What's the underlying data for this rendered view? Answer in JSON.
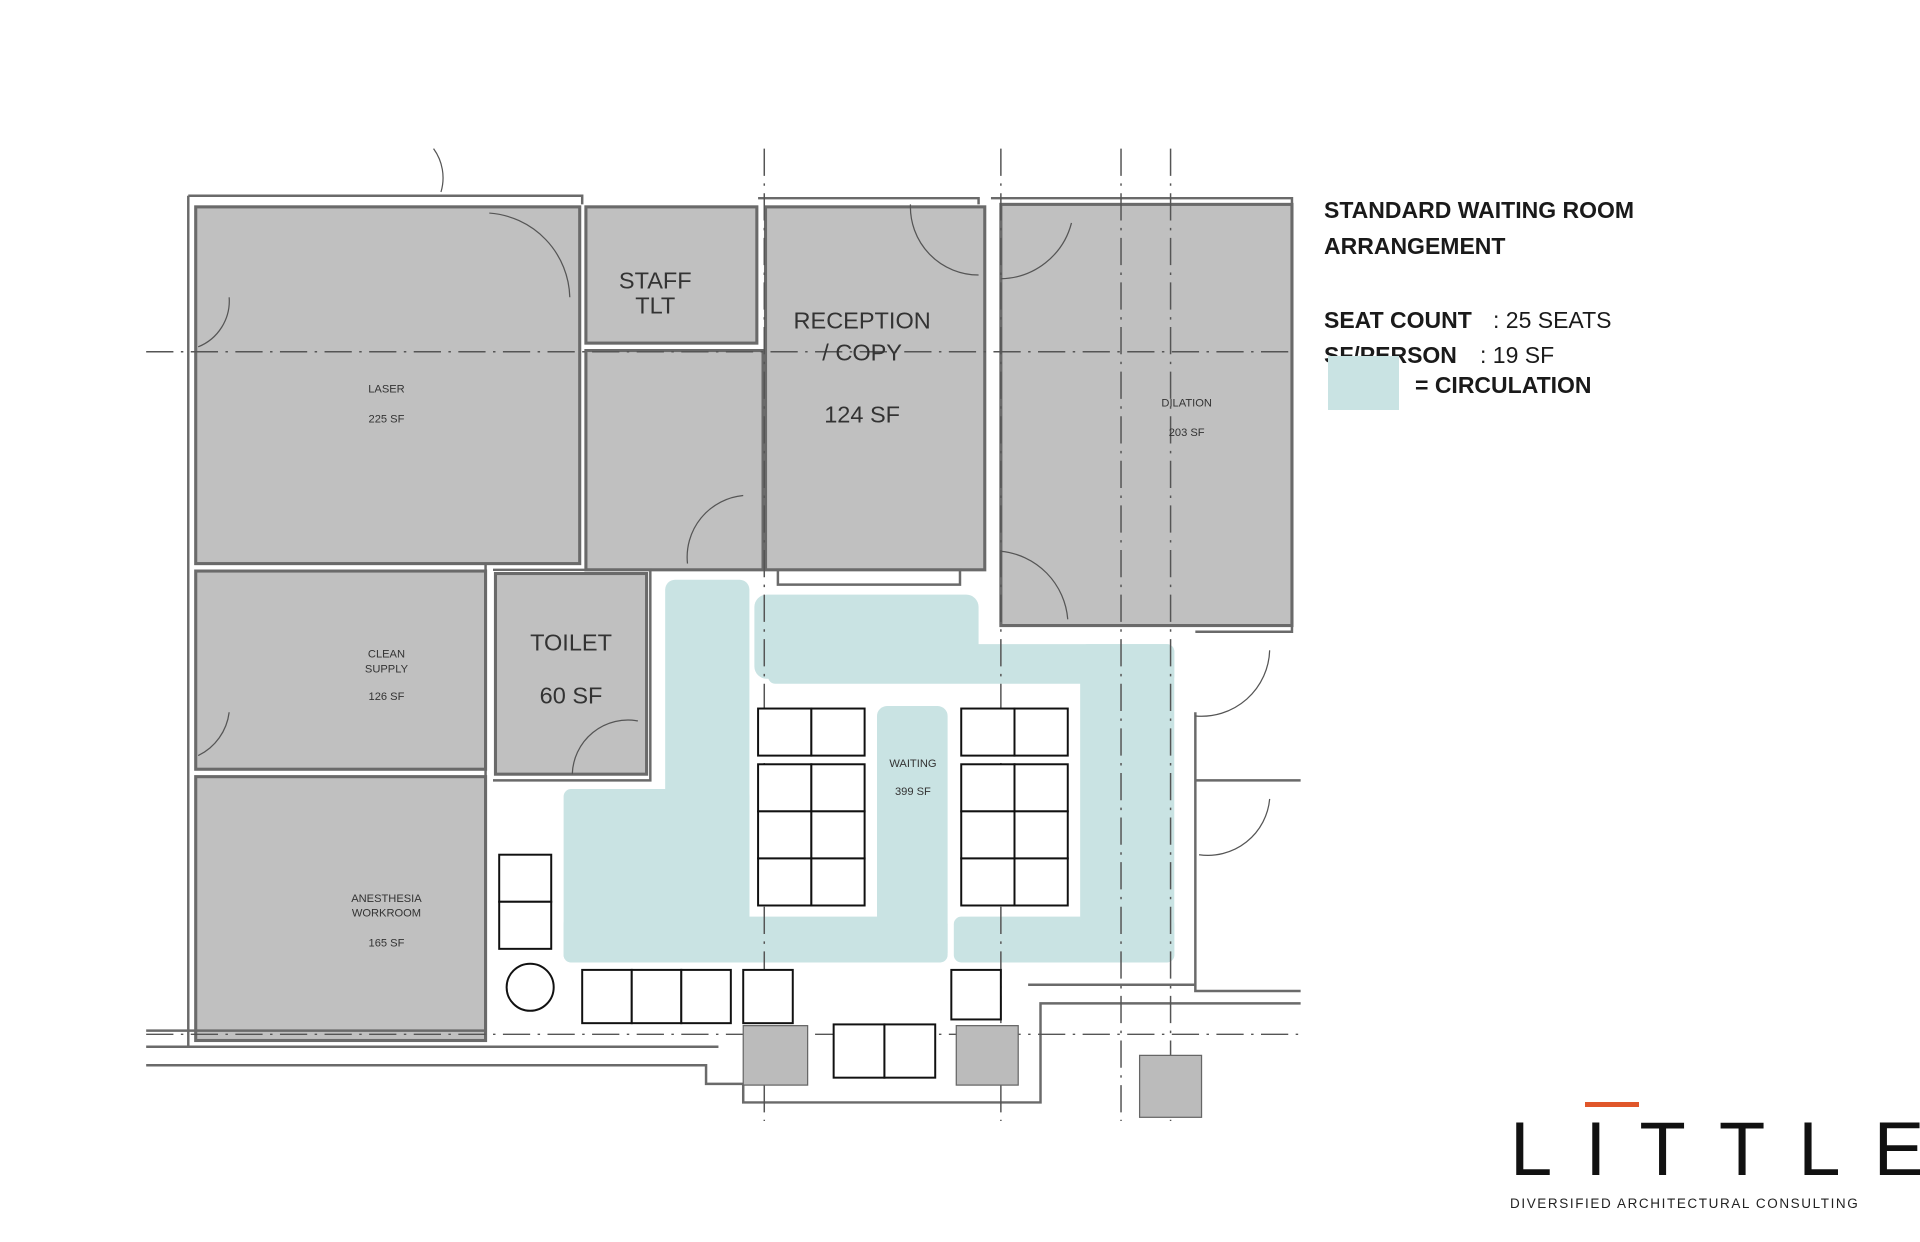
{
  "legend": {
    "title_line1": "STANDARD WAITING ROOM",
    "title_line2": "ARRANGEMENT",
    "seat_count_label": "SEAT COUNT",
    "seat_count_value": ": 25 SEATS",
    "sf_person_label": "SF/PERSON",
    "sf_person_value": ": 19 SF",
    "circulation_label": "= CIRCULATION",
    "circulation_color": "#c9e3e3"
  },
  "rooms": {
    "laser": {
      "name": "LASER",
      "area": "225 SF"
    },
    "staff_tlt": {
      "name1": "STAFF",
      "name2": "TLT"
    },
    "reception": {
      "name1": "RECEPTION",
      "name2": "/ COPY",
      "area": "124 SF"
    },
    "dilation": {
      "name": "DILATION",
      "area": "203 SF"
    },
    "clean_supply": {
      "name1": "CLEAN",
      "name2": "SUPPLY",
      "area": "126 SF"
    },
    "toilet": {
      "name": "TOILET",
      "area": "60 SF"
    },
    "anesthesia": {
      "name1": "ANESTHESIA",
      "name2": "WORKROOM",
      "area": "165 SF"
    },
    "waiting": {
      "name": "WAITING",
      "area": "399 SF"
    }
  },
  "logo": {
    "wordmark": "LITTLE",
    "tagline": "DIVERSIFIED ARCHITECTURAL CONSULTING",
    "accent_color": "#e0562a"
  }
}
